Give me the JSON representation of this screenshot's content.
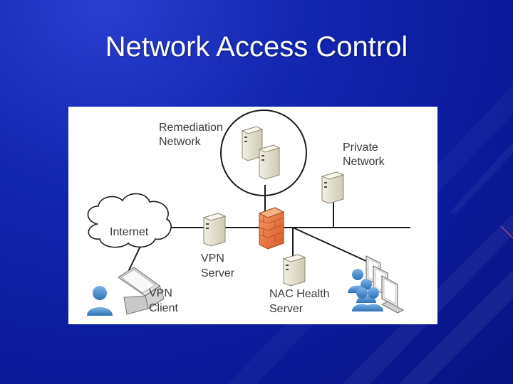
{
  "slide": {
    "title": "Network Access Control"
  },
  "diagram": {
    "labels": {
      "remediation_line1": "Remediation",
      "remediation_line2": "Network",
      "private_line1": "Private",
      "private_line2": "Network",
      "internet": "Internet",
      "vpn_server_line1": "VPN",
      "vpn_server_line2": "Server",
      "nac_line1": "NAC Health",
      "nac_line2": "Server",
      "vpn_client_line1": "VPN",
      "vpn_client_line2": "Client"
    },
    "colors": {
      "background": "#1326b0",
      "firewall": "#e8743a",
      "user": "#4a90d9",
      "server": "#e0dcc8"
    }
  }
}
